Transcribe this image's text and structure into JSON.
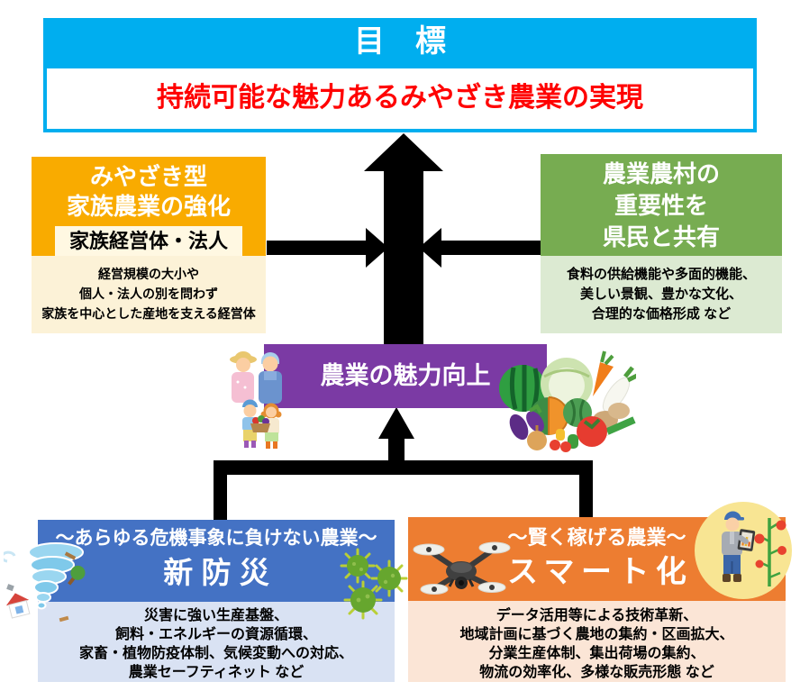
{
  "goal": {
    "header": "目　標",
    "text": "持続可能な魅力あるみやざき農業の実現"
  },
  "family_farming": {
    "title_line1": "みやざき型",
    "title_line2": "家族農業の強化",
    "badge": "家族経営体・法人",
    "desc_line1": "経営規模の大小や",
    "desc_line2": "個人・法人の別を問わず",
    "desc_line3": "家族を中心とした産地を支える経営体"
  },
  "rural_importance": {
    "title_line1": "農業農村の",
    "title_line2": "重要性を",
    "title_line3": "県民と共有",
    "desc_line1": "食料の供給機能や多面的機能、",
    "desc_line2": "美しい景観、豊かな文化、",
    "desc_line3": "合理的な価格形成 など"
  },
  "center": {
    "label": "農業の魅力向上"
  },
  "disaster": {
    "subtitle": "〜あらゆる危機事象に負けない農業〜",
    "title": "新防災",
    "desc_line1": "災害に強い生産基盤、",
    "desc_line2": "飼料・エネルギーの資源循環、",
    "desc_line3": "家畜・植物防疫体制、気候変動への対応、",
    "desc_line4": "農業セーフティネット など"
  },
  "smart": {
    "subtitle": "〜賢く稼げる農業〜",
    "title": "スマート化",
    "desc_line1": "データ活用等による技術革新、",
    "desc_line2": "地域計画に基づく農地の集約・区画拡大、",
    "desc_line3": "分業生産体制、集出荷場の集約、",
    "desc_line4": "物流の効率化、多様な販売形態 など"
  },
  "illustrations": {
    "family": "farm-family-with-vegetable-basket",
    "vegetables": "assorted-vegetables",
    "typhoon": "typhoon-with-flying-debris",
    "virus": "virus-particles",
    "drone": "agricultural-drone",
    "farmer": "farmer-checking-tablet-by-tomato-plant"
  },
  "colors": {
    "cyan": "#00AEEF",
    "goal_text_red": "#FF0000",
    "gold": "#F9AB00",
    "gold_light": "#FCF2D7",
    "green": "#77AC51",
    "green_light": "#DCEAD2",
    "purple": "#7B3AA4",
    "blue": "#4472C4",
    "blue_light": "#D9E2F3",
    "orange": "#ED7D31",
    "orange_light": "#FBE5D6",
    "arrow_black": "#000000"
  }
}
